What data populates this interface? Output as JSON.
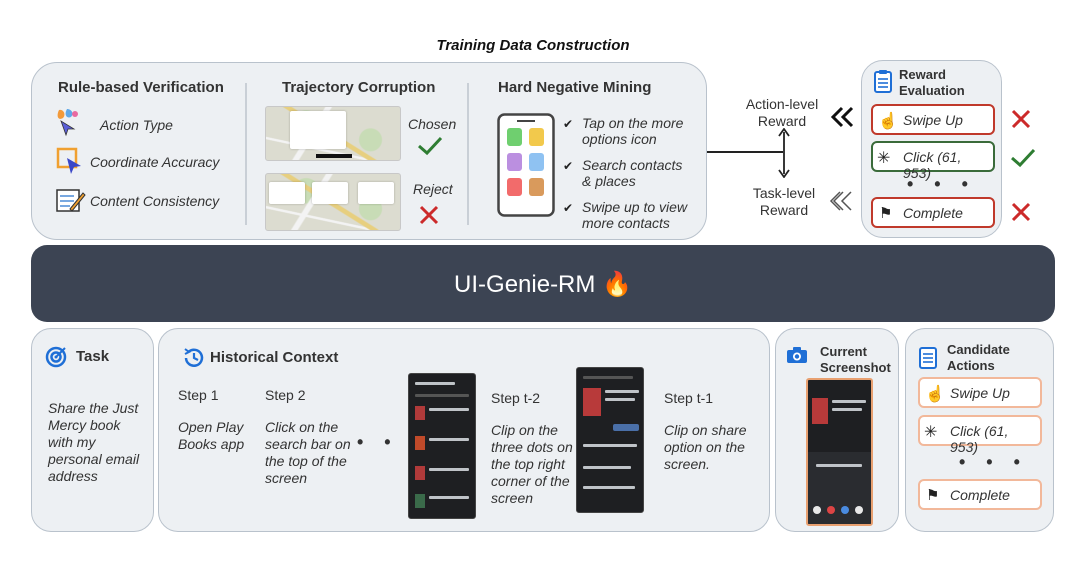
{
  "header": {
    "title": "Training Data Construction"
  },
  "rule_verification": {
    "title": "Rule-based Verification",
    "items": [
      {
        "label": "Action Type",
        "icon": "action-type-icon"
      },
      {
        "label": "Coordinate Accuracy",
        "icon": "coordinate-icon"
      },
      {
        "label": "Content Consistency",
        "icon": "document-pen-icon"
      }
    ]
  },
  "trajectory_corruption": {
    "title": "Trajectory Corruption",
    "chosen_label": "Chosen",
    "reject_label": "Reject"
  },
  "hard_negative": {
    "title": "Hard Negative Mining",
    "items": [
      {
        "l1": "Tap on the more",
        "l2": "options icon"
      },
      {
        "l1": "Search contacts",
        "l2": "& places"
      },
      {
        "l1": "Swipe up to view",
        "l2": "more contacts"
      }
    ]
  },
  "reward_labels": {
    "action_l1": "Action-level",
    "action_l2": "Reward",
    "task_l1": "Task-level",
    "task_l2": "Reward"
  },
  "reward_evaluation": {
    "title_l1": "Reward",
    "title_l2": "Evaluation",
    "items": [
      {
        "label": "Swipe Up",
        "result": "wrong"
      },
      {
        "label": "Click (61, 953)",
        "result": "correct"
      },
      {
        "label": "Complete",
        "result": "wrong"
      }
    ],
    "dots": "• • •"
  },
  "model": {
    "name": "UI-Genie-RM",
    "emoji": "🔥"
  },
  "task": {
    "title": "Task",
    "lines": [
      "Share the Just",
      "Mercy book",
      "with my",
      "personal email",
      "address"
    ]
  },
  "history": {
    "title": "Historical Context",
    "steps": [
      {
        "name": "Step 1",
        "lines": [
          "Open Play",
          "Books app"
        ]
      },
      {
        "name": "Step 2",
        "lines": [
          "Click on the",
          "search bar on",
          "the top of the",
          "screen"
        ]
      },
      {
        "name": "Step t-2",
        "lines": [
          "Clip on the",
          "three dots on",
          "the top right",
          "corner of the",
          "screen"
        ]
      },
      {
        "name": "Step t-1",
        "lines": [
          "Clip on share",
          "option on the",
          "screen."
        ]
      }
    ],
    "dots": "• • •"
  },
  "screenshot": {
    "title_l1": "Current",
    "title_l2": "Screenshot"
  },
  "candidates": {
    "title_l1": "Candidate",
    "title_l2": "Actions",
    "items": [
      "Swipe Up",
      "Click (61, 953)",
      "Complete"
    ],
    "dots": "• • •"
  },
  "colors": {
    "dark_band": "#3c4453",
    "red": "#cc2a2a",
    "green": "#2e7d32",
    "blue": "#1f6fd6",
    "orange_border": "#f2b89a"
  }
}
